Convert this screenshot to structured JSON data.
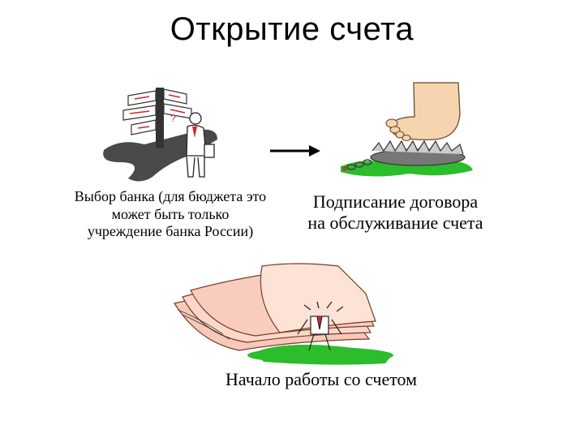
{
  "slide": {
    "title": "Открытие счета"
  },
  "steps": [
    {
      "label": "Выбор банка (для бюджета это может быть только учреждение банка России)",
      "icon": "signpost-businessman-icon"
    },
    {
      "label": "Подписание договора на обслуживание счета",
      "icon": "foot-trap-icon"
    },
    {
      "label": "Начало работы со счетом",
      "icon": "paper-stack-man-icon"
    }
  ],
  "flow": {
    "icon": "arrow-right-icon"
  },
  "signpost": {
    "question_mark": "?"
  }
}
